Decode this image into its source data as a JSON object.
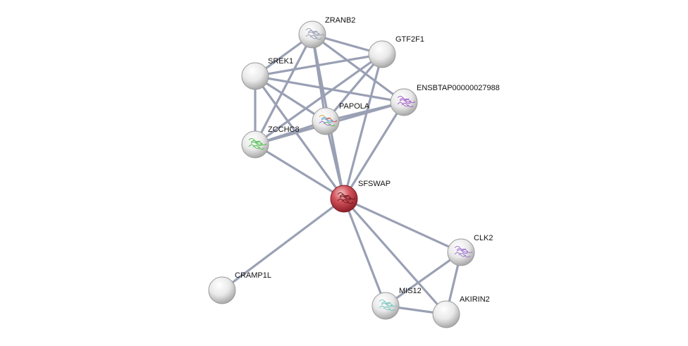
{
  "network": {
    "nodes": [
      {
        "id": "SFSWAP",
        "label": "SFSWAP",
        "query": true,
        "icon": "protein-structure-icon"
      },
      {
        "id": "ZRANB2",
        "label": "ZRANB2",
        "icon": "protein-structure-icon"
      },
      {
        "id": "GTF2F1",
        "label": "GTF2F1"
      },
      {
        "id": "SREK1",
        "label": "SREK1"
      },
      {
        "id": "ENSBTAP",
        "label": "ENSBTAP00000027988",
        "icon": "protein-structure-icon"
      },
      {
        "id": "PAPOLA",
        "label": "PAPOLA",
        "icon": "protein-structure-icon"
      },
      {
        "id": "ZCCHC8",
        "label": "ZCCHC8",
        "icon": "protein-structure-icon"
      },
      {
        "id": "CLK2",
        "label": "CLK2",
        "icon": "protein-structure-icon"
      },
      {
        "id": "CRAMP1L",
        "label": "CRAMP1L"
      },
      {
        "id": "MIS12",
        "label": "MIS12",
        "icon": "protein-structure-icon"
      },
      {
        "id": "AKIRIN2",
        "label": "AKIRIN2"
      }
    ],
    "edges": [
      [
        "SFSWAP",
        "ZRANB2"
      ],
      [
        "SFSWAP",
        "GTF2F1"
      ],
      [
        "SFSWAP",
        "SREK1"
      ],
      [
        "SFSWAP",
        "ENSBTAP"
      ],
      [
        "SFSWAP",
        "PAPOLA"
      ],
      [
        "SFSWAP",
        "ZCCHC8"
      ],
      [
        "SFSWAP",
        "CLK2"
      ],
      [
        "SFSWAP",
        "CRAMP1L"
      ],
      [
        "SFSWAP",
        "MIS12"
      ],
      [
        "SFSWAP",
        "AKIRIN2"
      ],
      [
        "ZRANB2",
        "GTF2F1"
      ],
      [
        "ZRANB2",
        "SREK1"
      ],
      [
        "ZRANB2",
        "ENSBTAP"
      ],
      [
        "ZRANB2",
        "PAPOLA"
      ],
      [
        "ZRANB2",
        "ZCCHC8"
      ],
      [
        "GTF2F1",
        "SREK1"
      ],
      [
        "GTF2F1",
        "PAPOLA"
      ],
      [
        "GTF2F1",
        "ZCCHC8"
      ],
      [
        "SREK1",
        "ENSBTAP"
      ],
      [
        "SREK1",
        "PAPOLA"
      ],
      [
        "SREK1",
        "ZCCHC8"
      ],
      [
        "ENSBTAP",
        "PAPOLA"
      ],
      [
        "ENSBTAP",
        "ZCCHC8"
      ],
      [
        "PAPOLA",
        "ZCCHC8"
      ],
      [
        "CLK2",
        "MIS12"
      ],
      [
        "CLK2",
        "AKIRIN2"
      ],
      [
        "MIS12",
        "AKIRIN2"
      ]
    ],
    "colors": {
      "query_node": "#c0392b",
      "node": "#e6e6e6",
      "edge": "#9aa0b4"
    }
  }
}
